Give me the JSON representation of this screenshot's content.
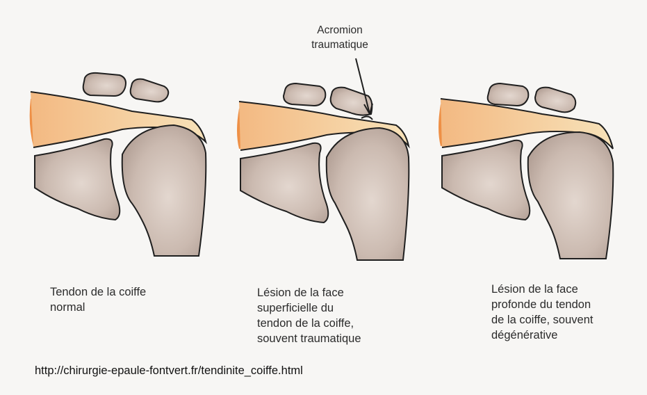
{
  "annotation": {
    "text": "Acromion\ntraumatique"
  },
  "panels": [
    {
      "caption": "Tendon de la coiffe\nnormal",
      "tendon_tear": "none"
    },
    {
      "caption": "Lésion de la face\nsuperficielle du\ntendon de la coiffe,\nsouvent traumatique",
      "tendon_tear": "superficial"
    },
    {
      "caption": "Lésion de la face\nprofonde du tendon\nde la coiffe, souvent\ndégénérative",
      "tendon_tear": "deep"
    }
  ],
  "source_url": "http://chirurgie-epaule-fontvert.fr/tendinite_coiffe.html",
  "colors": {
    "background": "#f7f6f4",
    "muscle": "#ef9a52",
    "tendon": "#f4d9a2",
    "bone": "#c9b8ae",
    "bone_shade": "#a9978d",
    "outline": "#1f1f1f"
  }
}
